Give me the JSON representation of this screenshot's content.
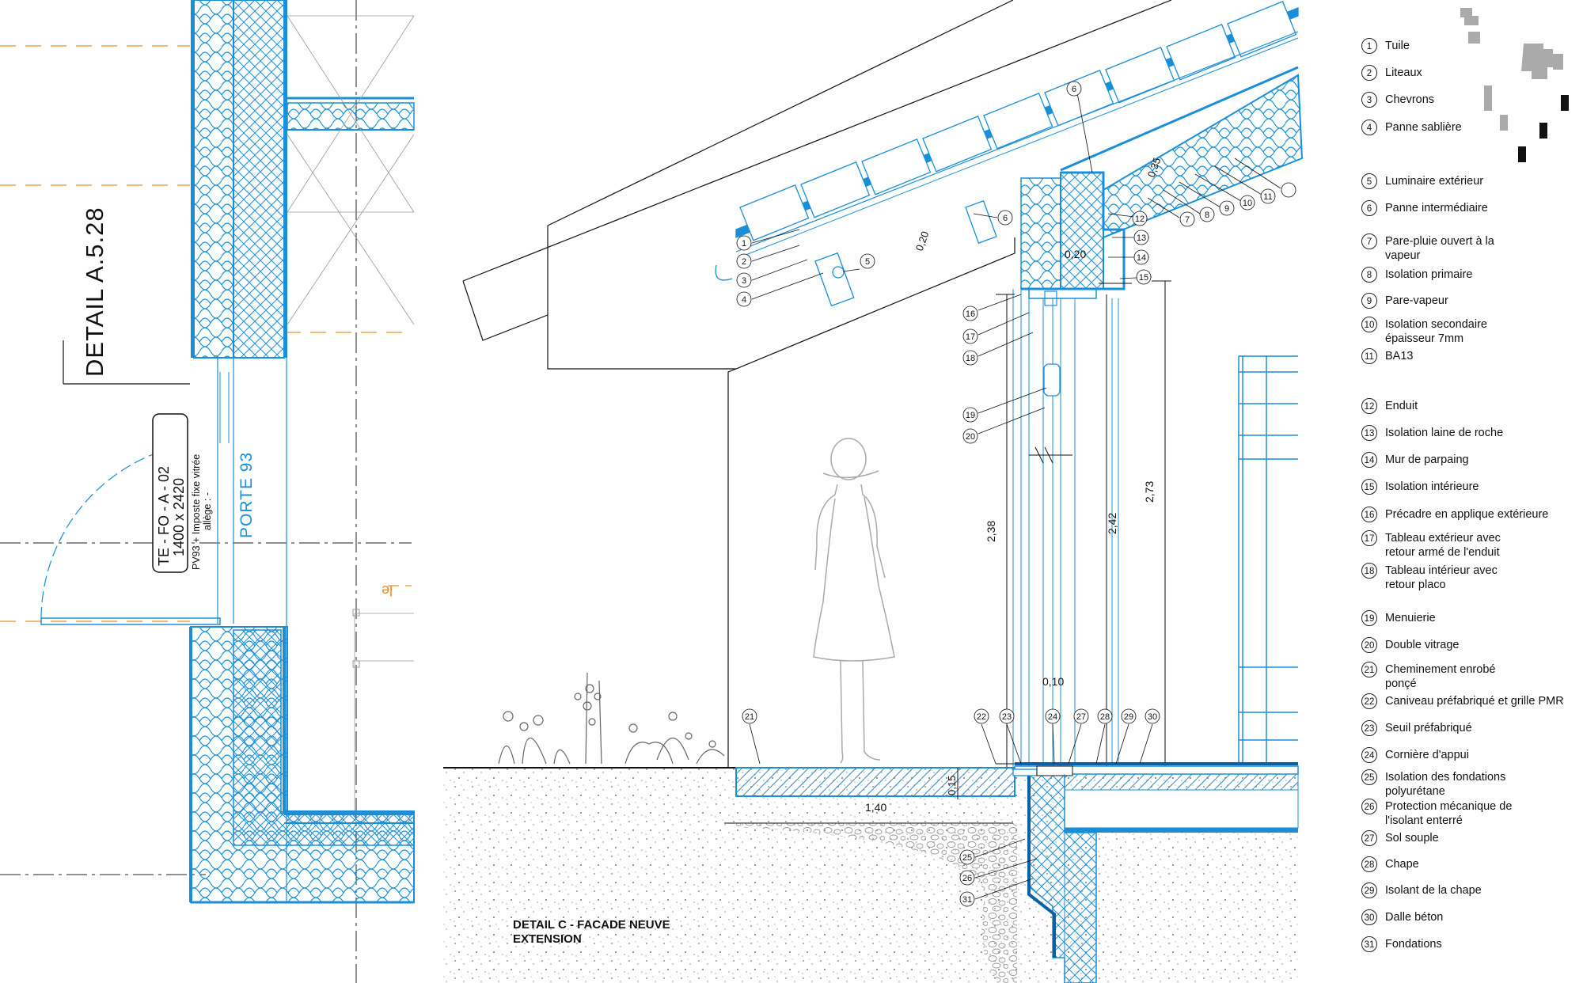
{
  "plan": {
    "detail_ref": "DETAIL A.5.28",
    "door_tag_line1": "TE - FO - A - 02",
    "door_tag_line2": "1400 x 2420",
    "door_note_line1": "PV93 + Imposte fixe vitrée",
    "door_note_line2": "allège : -",
    "door_name": "PORTE 93",
    "cut_glyph": "le"
  },
  "section": {
    "title_line1": "DETAIL C - FACADE NEUVE",
    "title_line2": "EXTENSION",
    "dimensions": [
      "0,20",
      "0,20",
      "0,35",
      "2,38",
      "2,42",
      "2,73",
      "0,10",
      "0,15",
      "1,40"
    ]
  },
  "legend": [
    {
      "num": "1",
      "label": "Tuile"
    },
    {
      "num": "2",
      "label": "Liteaux"
    },
    {
      "num": "3",
      "label": "Chevrons"
    },
    {
      "num": "4",
      "label": "Panne sablière"
    },
    {
      "num": "5",
      "label": "Luminaire extérieur"
    },
    {
      "num": "6",
      "label": "Panne intermédiaire"
    },
    {
      "num": "7",
      "label": "Pare-pluie ouvert à la\nvapeur"
    },
    {
      "num": "8",
      "label": "Isolation primaire"
    },
    {
      "num": "9",
      "label": "Pare-vapeur"
    },
    {
      "num": "10",
      "label": "Isolation secondaire\népaisseur 7mm"
    },
    {
      "num": "11",
      "label": "BA13"
    },
    {
      "num": "12",
      "label": "Enduit"
    },
    {
      "num": "13",
      "label": "Isolation laine de roche"
    },
    {
      "num": "14",
      "label": "Mur de parpaing"
    },
    {
      "num": "15",
      "label": "Isolation intérieure"
    },
    {
      "num": "16",
      "label": "Précadre en applique extérieure"
    },
    {
      "num": "17",
      "label": "Tableau extérieur avec\nretour armé de l'enduit"
    },
    {
      "num": "18",
      "label": "Tableau intérieur avec\nretour placo"
    },
    {
      "num": "19",
      "label": "Menuierie"
    },
    {
      "num": "20",
      "label": "Double vitrage"
    },
    {
      "num": "21",
      "label": "Cheminement enrobé\nponçé"
    },
    {
      "num": "22",
      "label": "Caniveau préfabriqué et grille PMR"
    },
    {
      "num": "23",
      "label": "Seuil préfabriqué"
    },
    {
      "num": "24",
      "label": "Cornière d'appui"
    },
    {
      "num": "25",
      "label": "Isolation des fondations\npolyurétane"
    },
    {
      "num": "26",
      "label": "Protection mécanique de\nl'isolant enterré"
    },
    {
      "num": "27",
      "label": "Sol souple"
    },
    {
      "num": "28",
      "label": "Chape"
    },
    {
      "num": "29",
      "label": "Isolant de la chape"
    },
    {
      "num": "30",
      "label": "Dalle béton"
    },
    {
      "num": "31",
      "label": "Fondations"
    }
  ]
}
